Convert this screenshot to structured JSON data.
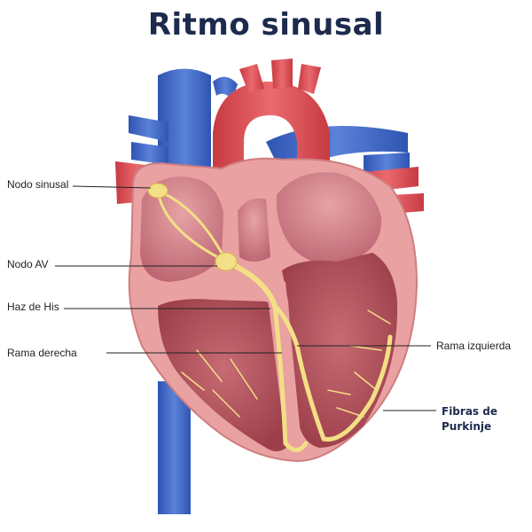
{
  "title": "Ritmo sinusal",
  "labels": {
    "sa_node": "Nodo sinusal",
    "av_node": "Nodo AV",
    "his_bundle": "Haz de His",
    "right_branch": "Rama derecha",
    "left_branch": "Rama izquierda",
    "purkinje_line1": "Fibras de",
    "purkinje_line2": "Purkinje"
  },
  "colors": {
    "vein_blue": "#3d63c4",
    "artery_red": "#d9484e",
    "muscle_pink": "#e99a9a",
    "chamber_dark": "#b85a64",
    "conduction_yellow": "#f3df86",
    "title_navy": "#1c2b4d"
  }
}
